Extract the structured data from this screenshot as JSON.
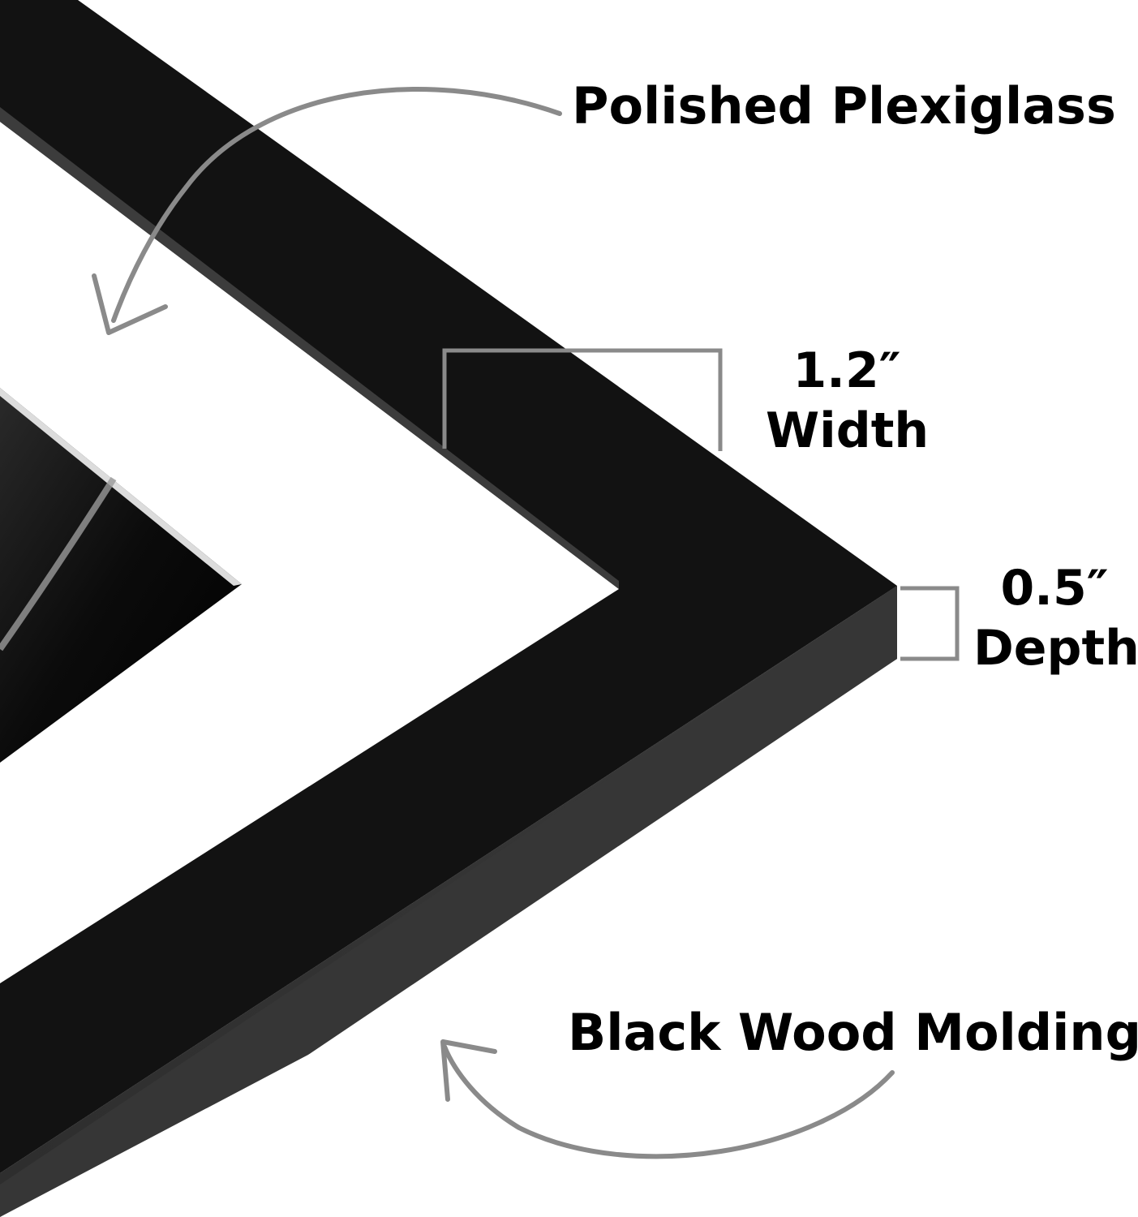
{
  "callouts": {
    "polished_plexiglass": "Polished Plexiglass",
    "width_value": "1.2″",
    "width_label": "Width",
    "depth_value": "0.5″",
    "depth_label": "Depth",
    "black_wood_molding": "Black Wood Molding"
  },
  "colors": {
    "frame": "#121212",
    "frame_side": "#333333",
    "mat": "#ffffff",
    "photo": "#0a0a0a",
    "annotation_line": "#8a8a8a",
    "text": "#000000"
  },
  "icons": {
    "plexiglass_arrow": "curved-arrow-icon",
    "molding_arrow": "curved-arrow-icon",
    "width_bracket": "bracket-icon",
    "depth_bracket": "bracket-icon"
  }
}
